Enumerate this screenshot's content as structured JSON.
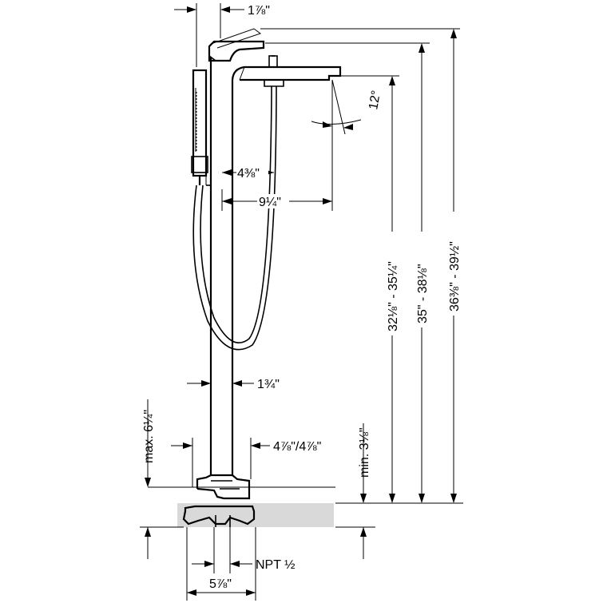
{
  "dimensions": {
    "top_offset": "1⅞\"",
    "spout_rise": "4⅜\"",
    "spout_reach": "9¼\"",
    "spout_angle": "12°",
    "height_spout": "32⅛\" - 35¼\"",
    "height_handle": "35\" - 38⅛\"",
    "height_total": "36⅜\" - 39½\"",
    "column_width": "1¾\"",
    "max_floor": "max. 6¼\"",
    "min_height": "min. 3⅛\"",
    "base_width": "4⅞\"/4⅞\"",
    "supply_thread": "NPT ½",
    "base_span": "5⅞\""
  },
  "colors": {
    "line": "#000000",
    "floor_fill": "#d9d9d9"
  }
}
